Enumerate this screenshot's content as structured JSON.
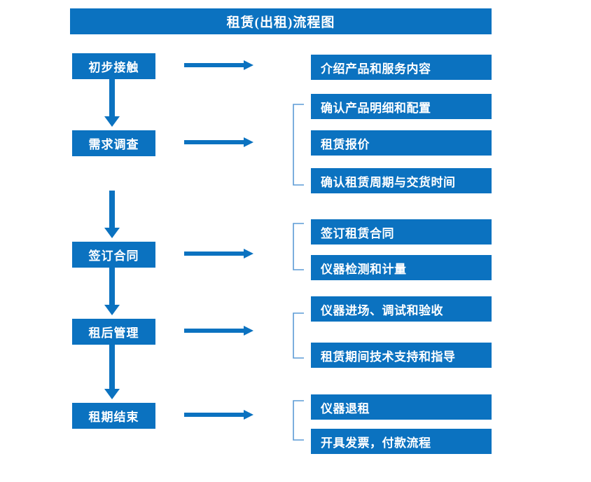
{
  "header": {
    "title": "租赁(出租)流程图"
  },
  "theme": {
    "accent": "#0b72c0",
    "bracket": "#5b9bd5",
    "arrow": "#0b72c0",
    "text_on_accent": "#ffffff",
    "background": "#ffffff"
  },
  "flow": {
    "stages": [
      {
        "id": "stage-1",
        "label": "初步接触"
      },
      {
        "id": "stage-2",
        "label": "需求调查"
      },
      {
        "id": "stage-3",
        "label": "签订合同"
      },
      {
        "id": "stage-4",
        "label": "租后管理"
      },
      {
        "id": "stage-5",
        "label": "租期结束"
      }
    ],
    "details": [
      {
        "id": "detail-1",
        "label": "介绍产品和服务内容",
        "group": 1
      },
      {
        "id": "detail-2",
        "label": "确认产品明细和配置",
        "group": 2
      },
      {
        "id": "detail-3",
        "label": "租赁报价",
        "group": 2
      },
      {
        "id": "detail-4",
        "label": "确认租赁周期与交货时间",
        "group": 2
      },
      {
        "id": "detail-5",
        "label": "签订租赁合同",
        "group": 3
      },
      {
        "id": "detail-6",
        "label": "仪器检测和计量",
        "group": 3
      },
      {
        "id": "detail-7",
        "label": "仪器进场、调试和验收",
        "group": 4
      },
      {
        "id": "detail-8",
        "label": "租赁期间技术支持和指导",
        "group": 4
      },
      {
        "id": "detail-9",
        "label": "仪器退租",
        "group": 5
      },
      {
        "id": "detail-10",
        "label": "开具发票，付款流程",
        "group": 5
      }
    ],
    "connectors": {
      "down_arrows": [
        {
          "from": "stage-1",
          "to": "stage-2"
        },
        {
          "from": "stage-2",
          "to": "stage-3"
        },
        {
          "from": "stage-3",
          "to": "stage-4"
        },
        {
          "from": "stage-4",
          "to": "stage-5"
        }
      ],
      "right_arrows": [
        {
          "from": "stage-1",
          "to": "detail-1"
        },
        {
          "from": "stage-2",
          "to": "group-2"
        },
        {
          "from": "stage-3",
          "to": "group-3"
        },
        {
          "from": "stage-4",
          "to": "group-4"
        },
        {
          "from": "stage-5",
          "to": "group-5"
        }
      ],
      "brackets": [
        {
          "group": 2,
          "spans": [
            "detail-2",
            "detail-3",
            "detail-4"
          ]
        },
        {
          "group": 3,
          "spans": [
            "detail-5",
            "detail-6"
          ]
        },
        {
          "group": 4,
          "spans": [
            "detail-7",
            "detail-8"
          ]
        },
        {
          "group": 5,
          "spans": [
            "detail-9",
            "detail-10"
          ]
        }
      ]
    }
  }
}
